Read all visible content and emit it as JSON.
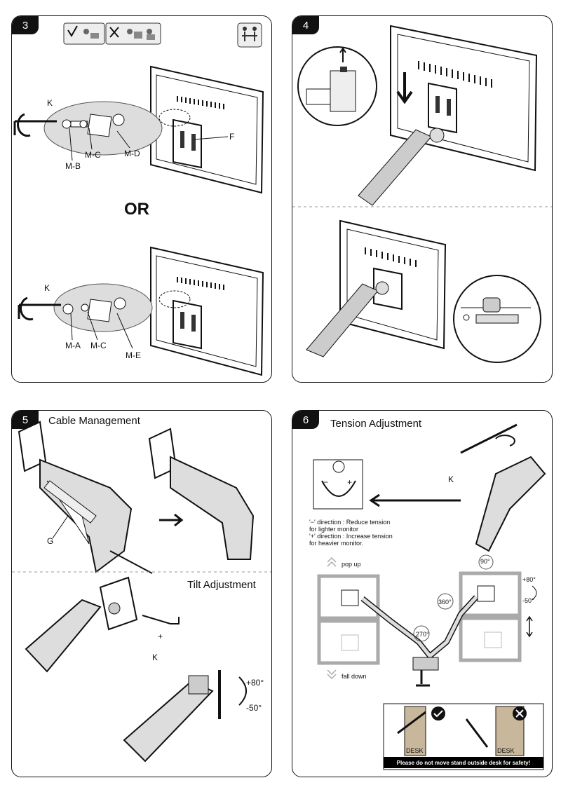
{
  "steps": {
    "s3": {
      "num": "3",
      "or": "OR",
      "labels": {
        "k1": "K",
        "mb": "M-B",
        "mc1": "M-C",
        "md": "M-D",
        "f": "F",
        "k2": "K",
        "ma": "M-A",
        "mc2": "M-C",
        "me": "M-E"
      }
    },
    "s4": {
      "num": "4"
    },
    "s5": {
      "num": "5",
      "title": "Cable Management",
      "title2": "Tilt Adjustment",
      "labels": {
        "g": "G",
        "k": "K",
        "plus": "+",
        "up": "+80°",
        "down": "-50°"
      }
    },
    "s6": {
      "num": "6",
      "title": "Tension Adjustment",
      "labels": {
        "k": "K",
        "minus": "−",
        "plus": "+"
      },
      "note1": "'−' direction : Reduce tension",
      "note2": "for lighter monitor",
      "note3": "'+' direction : Increase tension",
      "note4": "for heavier monitor.",
      "pop_up": "pop up",
      "fall_down": "fall down",
      "rot90": "90°",
      "rot360": "360°",
      "rot270": "270°",
      "tilt_up": "+80°",
      "tilt_down": "-50°",
      "desk1": "DESK",
      "desk2": "DESK",
      "warning": "Please do not move stand outside desk for safety!"
    }
  }
}
